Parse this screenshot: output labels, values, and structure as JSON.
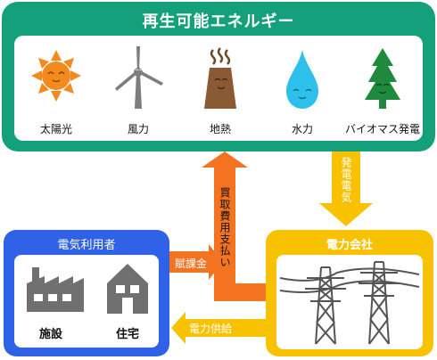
{
  "renewable": {
    "title": "再生可能エネルギー",
    "sources": [
      {
        "label": "太陽光",
        "icon": "sun-icon"
      },
      {
        "label": "風力",
        "icon": "wind-turbine-icon"
      },
      {
        "label": "地熱",
        "icon": "geothermal-icon"
      },
      {
        "label": "水力",
        "icon": "water-drop-icon"
      },
      {
        "label": "バイオマス発電",
        "icon": "tree-icon"
      }
    ]
  },
  "consumer": {
    "title": "電気利用者",
    "items": [
      {
        "label": "施設",
        "icon": "factory-icon"
      },
      {
        "label": "住宅",
        "icon": "house-icon"
      }
    ]
  },
  "company": {
    "title": "電力会社",
    "icon": "power-pylon-icon"
  },
  "arrows": {
    "generation": "発電電気",
    "purchase": "買取費用支払い",
    "levy": "賦課金",
    "supply": "電力供給"
  },
  "colors": {
    "renewable": "#14a07a",
    "consumer": "#2f62e6",
    "company": "#f8c200",
    "purchase_arrow": "#f47320",
    "levy_arrow": "#f47320",
    "generation_arrow": "#f8c200",
    "supply_arrow": "#f8c200"
  }
}
